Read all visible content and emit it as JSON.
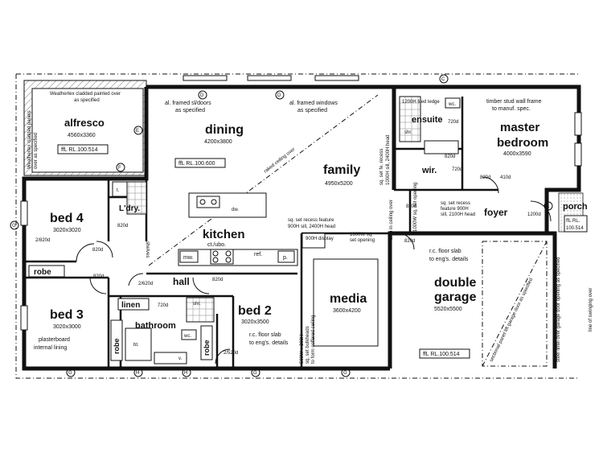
{
  "rooms": {
    "alfresco": {
      "name": "alfresco",
      "size": "4560x3360",
      "ffl": "ffL RL.100.514"
    },
    "dining": {
      "name": "dining",
      "size": "4200x3800",
      "ffl": "ffL RL.100.600"
    },
    "family": {
      "name": "family",
      "size": "4950x5200"
    },
    "kitchen": {
      "name": "kitchen",
      "sub": "ct./ubo."
    },
    "bed4": {
      "name": "bed 4",
      "size": "3020x3020"
    },
    "bed3": {
      "name": "bed 3",
      "size": "3020x3000"
    },
    "bed2": {
      "name": "bed 2",
      "size": "3020x3500"
    },
    "media": {
      "name": "media",
      "size": "3600x4200"
    },
    "master": {
      "name1": "master",
      "name2": "bedroom",
      "size": "4000x3590"
    },
    "double_garage": {
      "name1": "double",
      "name2": "garage",
      "size": "5520x5500",
      "ffl": "ffL RL.100.514"
    },
    "ensuite": {
      "name": "ensuite"
    },
    "foyer": {
      "name": "foyer"
    },
    "porch": {
      "name": "porch",
      "ffl1": "ffL RL.",
      "ffl2": "100.514"
    },
    "hall": {
      "name": "hall"
    },
    "bathroom": {
      "name": "bathroom"
    },
    "linen": {
      "name": "linen"
    },
    "ldry": {
      "name": "L'dry."
    },
    "wir": {
      "name": "wir."
    },
    "robe1": {
      "name": "robe"
    },
    "robe2": {
      "name": "robe"
    },
    "robe3": {
      "name": "robe"
    }
  },
  "fixtures": {
    "wc": "wc.",
    "shr": "shr.",
    "bt": "bt.",
    "v": "v.",
    "t": "t.",
    "dw": "dw.",
    "mw": "mw.",
    "ref": "ref.",
    "p": "p.",
    "shelves": "shelves",
    "display": "900H\ndisplay"
  },
  "notes": {
    "weatherfex_top": "Weathertex cladded painted over",
    "as_specified": "as specified",
    "weatherfex_side1": "Weathertex cladded panels",
    "weatherfex_side2": "over as specified",
    "al_sl_doors1": "al. framed sl/doors",
    "al_sl_doors2": "as specified",
    "al_windows1": "al. framed windows",
    "al_windows2": "as specified",
    "timber1": "timber stud wall frame",
    "timber2": "to manuf. spec.",
    "raked": "raked ceiling over",
    "ledge": "1200H\ntiled ledge",
    "sq_set1": "sq. set fe. recess",
    "sq_set2": "1000H sill, 2400H head",
    "sq_set3": "sq. set recess",
    "sq_set4": "feature 900H",
    "sq_set5": "sill, 2100H head",
    "sq_feat1": "sq. set recess feature",
    "sq_feat2": "900H sill, 2400H head",
    "sq_open1": "1600W sq.",
    "sq_open2": "set opening",
    "rc_slab1": "r.c. floor slab",
    "rc_slab2": "to eng's. details",
    "rc_slab3": "r.c. floor slab",
    "rc_slab4": "to eng's. details",
    "plaster1": "plasterboard",
    "plaster2": "internal lining",
    "bulkheads1": "sq. set bulkheads",
    "bulkheads2": "500W x 200H",
    "bulkheads3": "to form coffered ceiling",
    "step": "step in ceiling over",
    "sq_set_opening_vert": "1000W sq. set opening",
    "garage_door": "sectional panel lift garage door as specified",
    "steel_lintel": "steel lintel over garage door opening as specified",
    "swing": "line of swinging over",
    "sq_set_vert": "sq. set fe. recess 1000H sill, 2400H head"
  },
  "dims": {
    "d820_1": "820d",
    "d820_2": "820d",
    "d820_3": "820d",
    "d820_4": "820d",
    "d820_5": "820d",
    "d820_6": "820d",
    "d820_7": "820d",
    "d820_8": "820d",
    "d720_1": "720d",
    "d720_2": "720d",
    "d720_3": "720d",
    "d2_820": "2/820d",
    "d2_620": "2/620d",
    "d2_520": "2/520d",
    "d1200": "1200d",
    "d410": "410d"
  },
  "grid": {
    "A": "A",
    "B": "B",
    "C": "C",
    "D": "D",
    "E": "E",
    "F": "F",
    "G": "G",
    "H": "H",
    "I": "I",
    "J": "J"
  }
}
